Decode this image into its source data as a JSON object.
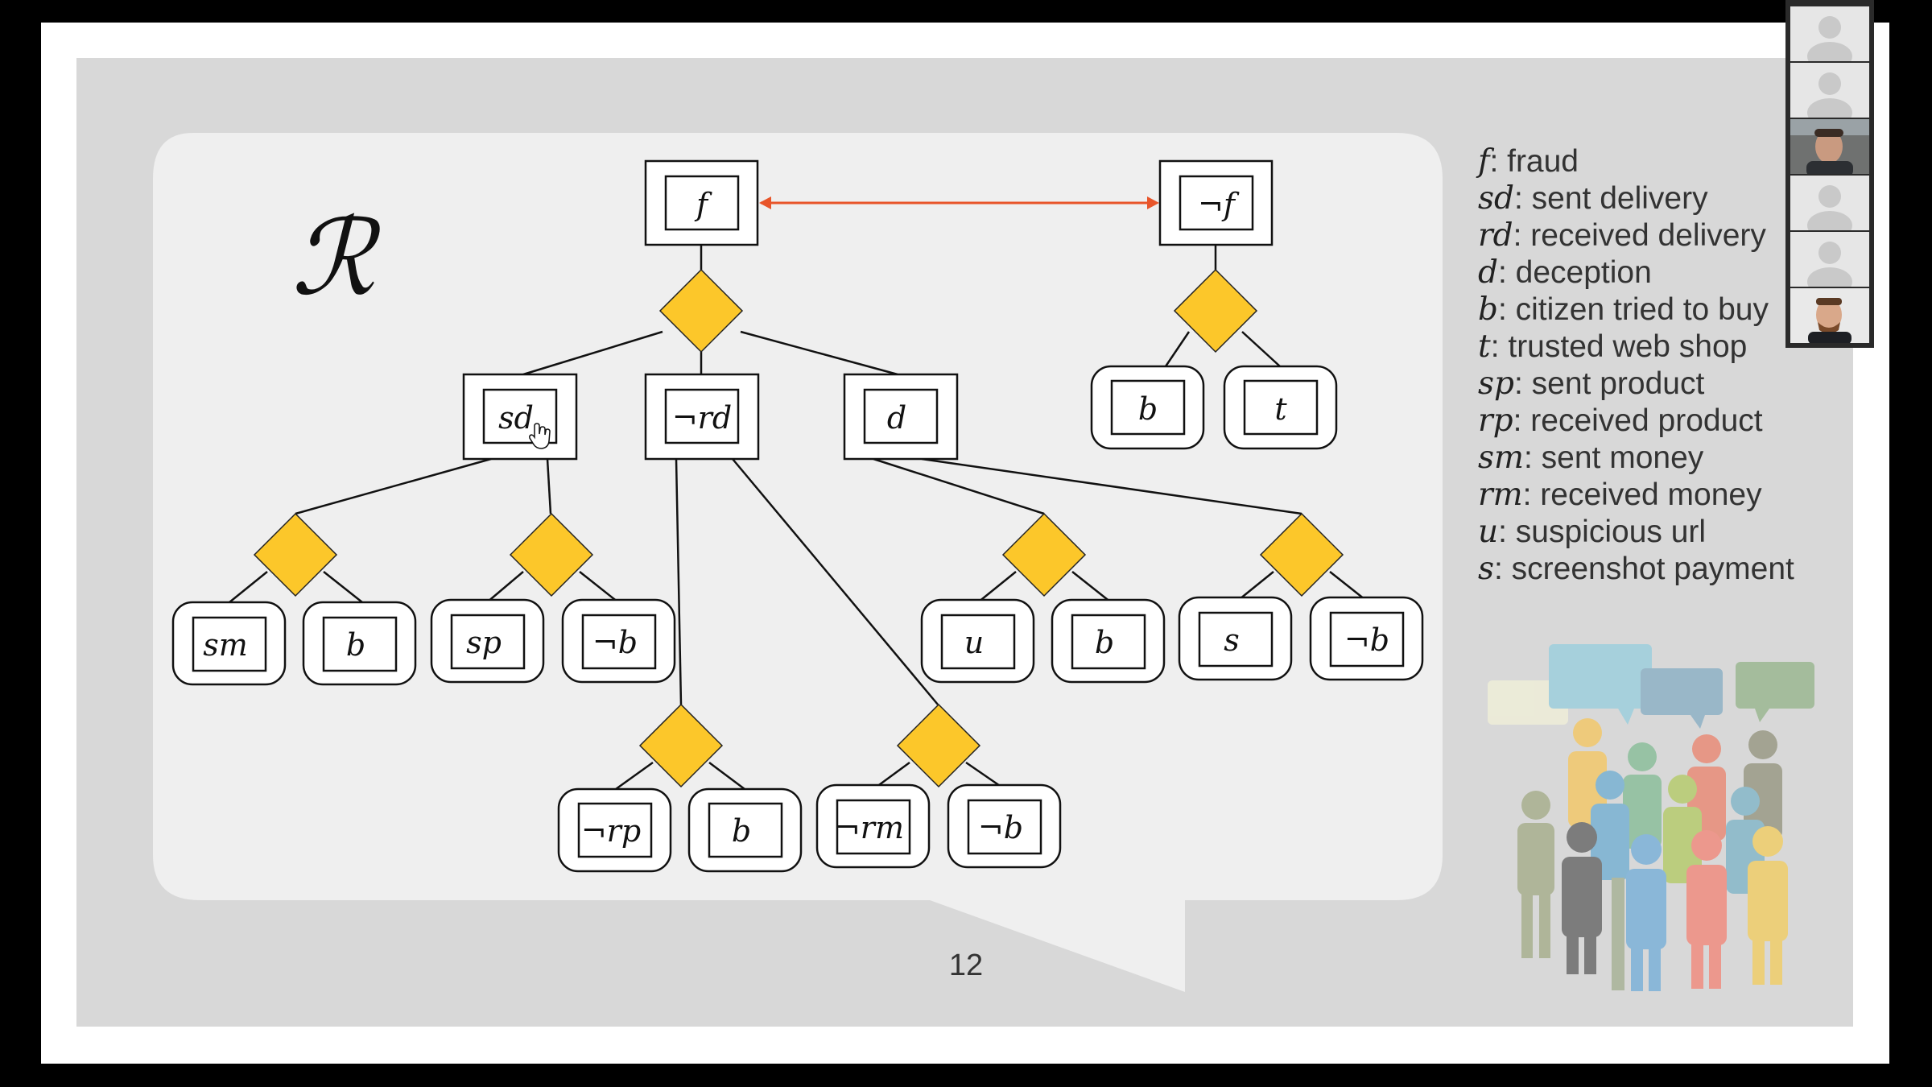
{
  "slide": {
    "script_symbol": "ℛ",
    "page_number": "12"
  },
  "diagram": {
    "nodes": {
      "f": "f",
      "nf": "¬f",
      "sd": "sd",
      "nrd": "¬rd",
      "d": "d",
      "b_top": "b",
      "t_top": "t",
      "sm": "sm",
      "b_sd": "b",
      "sp": "sp",
      "nb_sd": "¬b",
      "u": "u",
      "b_d": "b",
      "s": "s",
      "nb_d": "¬b",
      "nrp": "¬rp",
      "b_rd": "b",
      "nrm": "¬rm",
      "nb_rd": "¬b"
    },
    "conflict_color": "#e8552a",
    "gate_color": "#fcc72a"
  },
  "legend": [
    {
      "sym": "f",
      "text": ": fraud"
    },
    {
      "sym": "sd",
      "text": ": sent delivery"
    },
    {
      "sym": "rd",
      "text": ": received delivery"
    },
    {
      "sym": "d",
      "text": ": deception"
    },
    {
      "sym": "b",
      "text": ": citizen tried to buy"
    },
    {
      "sym": "t",
      "text": ": trusted web shop"
    },
    {
      "sym": "sp",
      "text": ": sent product"
    },
    {
      "sym": "rp",
      "text": ": received product"
    },
    {
      "sym": "sm",
      "text": ": sent money"
    },
    {
      "sym": "rm",
      "text": ": received money"
    },
    {
      "sym": "u",
      "text": ": suspicious url"
    },
    {
      "sym": "s",
      "text": ": screenshot payment"
    }
  ],
  "participants": [
    {
      "kind": "avatar"
    },
    {
      "kind": "avatar"
    },
    {
      "kind": "video"
    },
    {
      "kind": "avatar"
    },
    {
      "kind": "avatar"
    },
    {
      "kind": "video"
    }
  ]
}
